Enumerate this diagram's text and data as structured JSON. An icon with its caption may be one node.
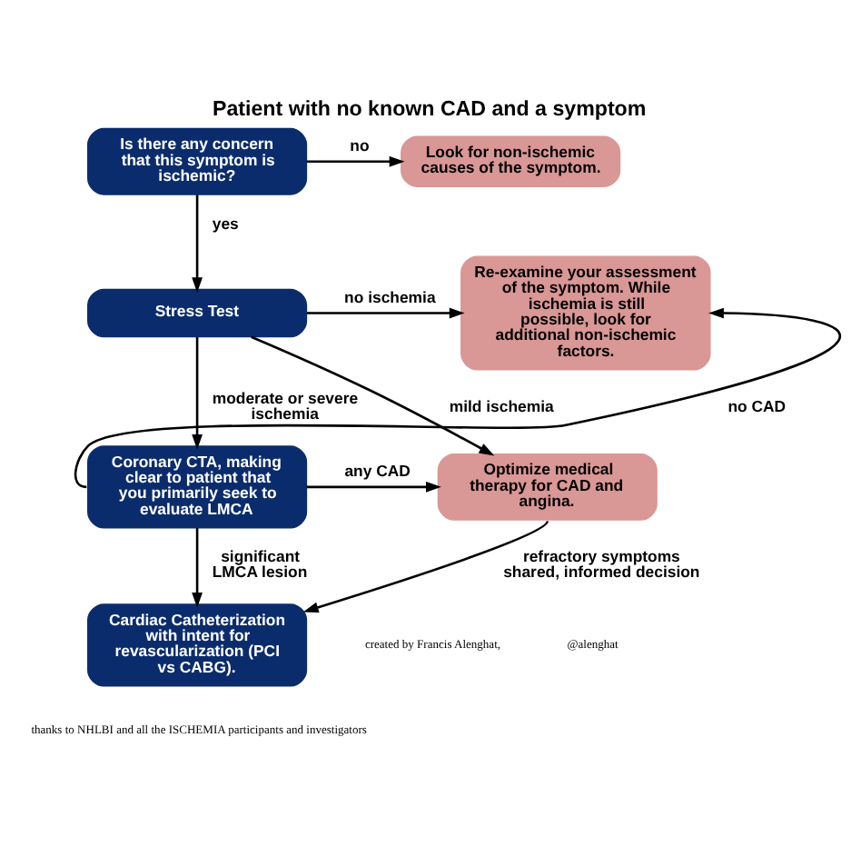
{
  "diagram": {
    "title": "Patient with no known CAD and a symptom",
    "nodes": [
      {
        "text": [
          "Is there any concern that this symptom is ischemic?"
        ]
      },
      {
        "text": [
          "Look for non-ischemic causes of the symptom."
        ]
      },
      {
        "text": [
          "Stress Test"
        ]
      },
      {
        "text": [
          "Re-examine your assessment of the symptom. While ischemia is still possible, look for additional non-ischemic factors."
        ]
      },
      {
        "text": [
          "Optimize medical therapy for CAD and angina."
        ]
      },
      {
        "text": [
          "Coronary CTA, making clear to patient that you primarily seek to evaluate LMCA"
        ]
      },
      {
        "text": [
          "Cardiac Catheterization with intent for revascularization (PCI vs CABG)."
        ]
      }
    ],
    "edges": [
      {
        "from": 0,
        "to": 1,
        "arrow": "to",
        "label": "no"
      },
      {
        "from": 0,
        "to": 2,
        "arrow": "to",
        "label": "yes"
      },
      {
        "from": 2,
        "to": 3,
        "arrow": "to",
        "label": "no ischemia"
      },
      {
        "from": 2,
        "to": 4,
        "arrow": "to",
        "label": "mild ischemia"
      },
      {
        "from": 2,
        "to": 5,
        "arrow": "to",
        "label": "moderate or severe ischemia"
      },
      {
        "from": 5,
        "to": 4,
        "arrow": "to",
        "label": "any CAD"
      },
      {
        "from": 5,
        "to": 6,
        "arrow": "to",
        "label": "significant LMCA lesion"
      },
      {
        "from": 4,
        "to": 6,
        "arrow": "to",
        "label": "refractory symptoms shared, informed decision"
      },
      {
        "from": 5,
        "to": 3,
        "arrow": "to",
        "label": "no CAD"
      }
    ],
    "labels": [
      "created by Francis Alenghat,",
      "@alenghat",
      "thanks to NHLBI and all the ISCHEMIA participants and investigators"
    ]
  }
}
